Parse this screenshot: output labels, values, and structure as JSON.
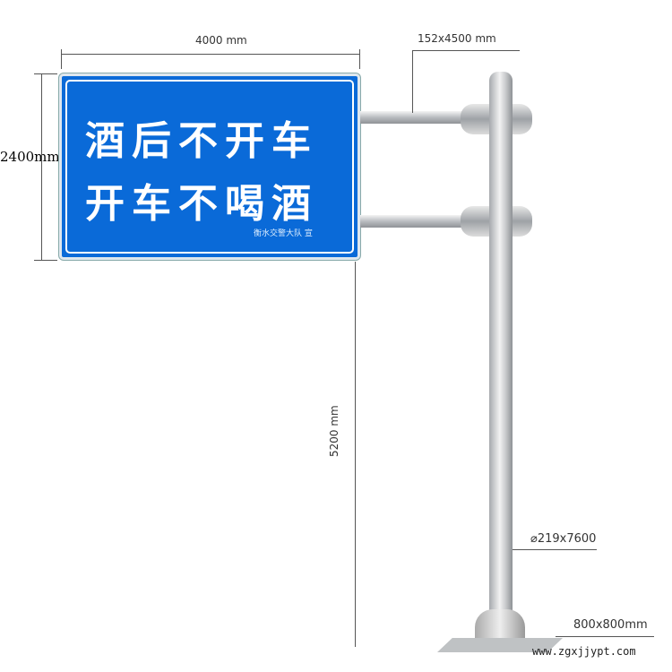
{
  "sign": {
    "line1": "酒后不开车",
    "line2": "开车不喝酒",
    "footer": "衡水交警大队 宣",
    "color": "#0a6ad8"
  },
  "dimensions": {
    "width": "4000 mm",
    "height": "2400mm",
    "arm": "152x4500 mm",
    "clearance": "5200 mm",
    "pole": "219x7600",
    "pole_symbol": "⌀",
    "base": "800x800mm"
  },
  "watermark": "www.zgxjjypt.com"
}
